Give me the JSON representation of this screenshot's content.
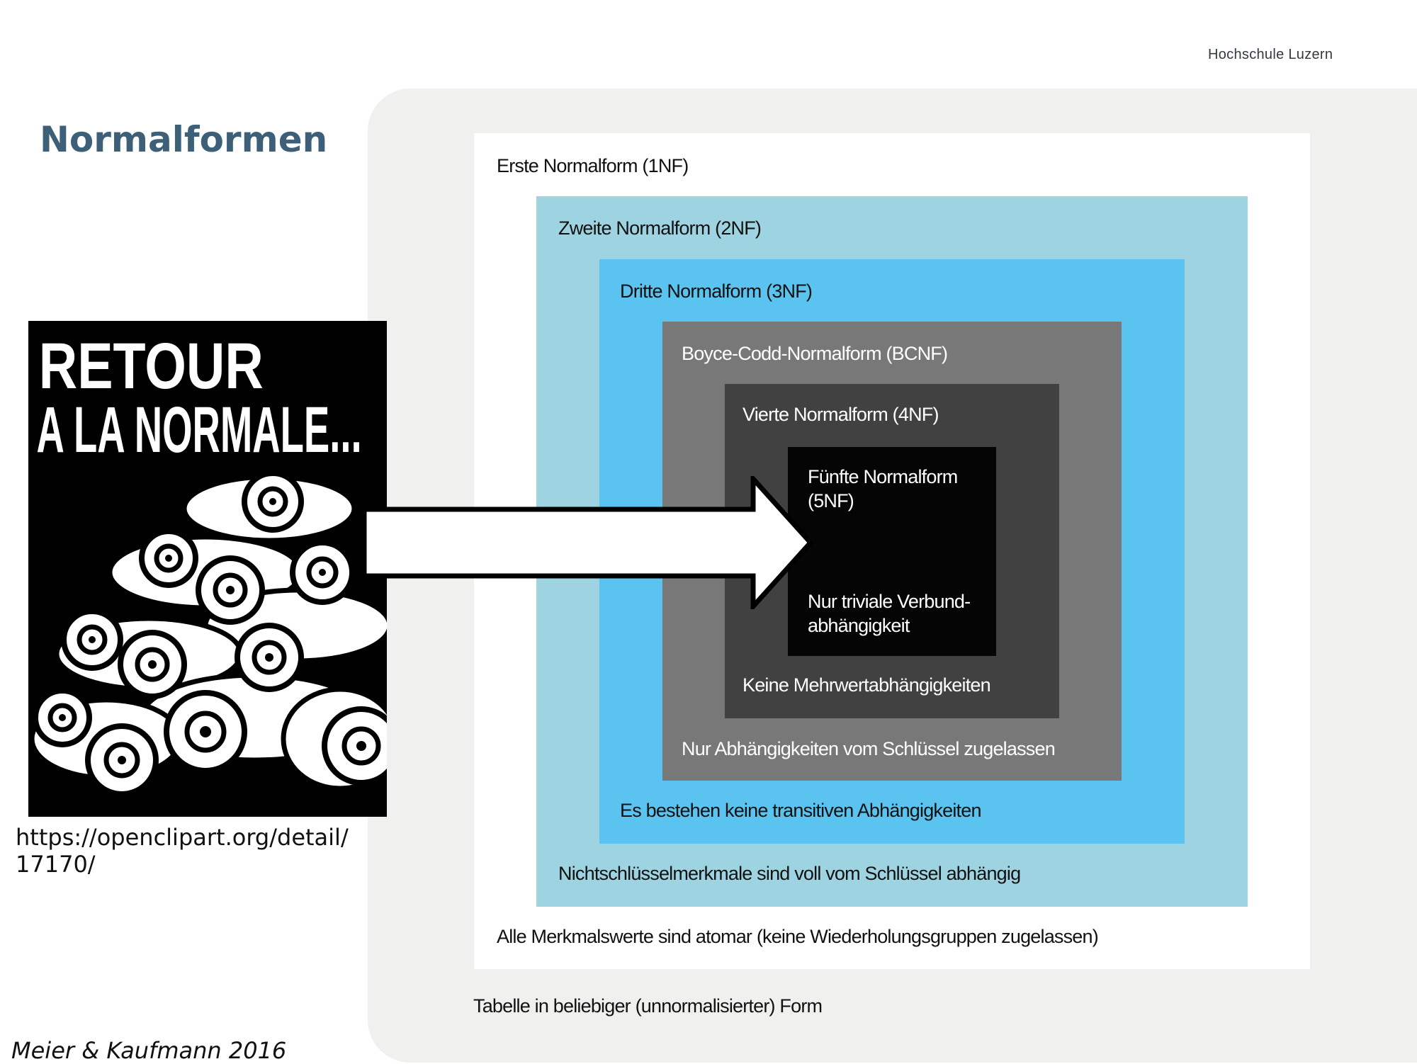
{
  "header": {
    "brand": "Hochschule Luzern",
    "title": "Normalformen"
  },
  "diagram": {
    "outer_caption": "Tabelle in beliebiger (unnormalisierter) Form",
    "levels": [
      {
        "name": "Erste Normalform (1NF)",
        "rule": "Alle Merkmalswerte sind atomar (keine Wiederholungsgruppen zugelassen)",
        "color": "#ffffff"
      },
      {
        "name": "Zweite Normalform (2NF)",
        "rule": "Nichtschlüsselmerkmale sind voll vom Schlüssel abhängig",
        "color": "#9ed4e1"
      },
      {
        "name": "Dritte Normalform (3NF)",
        "rule": "Es bestehen keine transitiven Abhängigkeiten",
        "color": "#5bc3f0"
      },
      {
        "name": "Boyce-Codd-Normalform (BCNF)",
        "rule": "Nur Abhängigkeiten vom Schlüssel zugelassen",
        "color": "#787878"
      },
      {
        "name": "Vierte Normalform (4NF)",
        "rule": "Keine Mehrwertabhängigkeiten",
        "color": "#414141"
      },
      {
        "name_line1": "Fünfte Normalform",
        "name_line2": "(5NF)",
        "rule_line1": "Nur triviale Verbund-",
        "rule_line2": "abhängigkeit",
        "color": "#050505"
      }
    ]
  },
  "poster": {
    "line1": "RETOUR",
    "line2": "A LA NORMALE..."
  },
  "credit": "https://openclipart.org/detail/17170/",
  "footer": "Meier & Kaufmann 2016"
}
